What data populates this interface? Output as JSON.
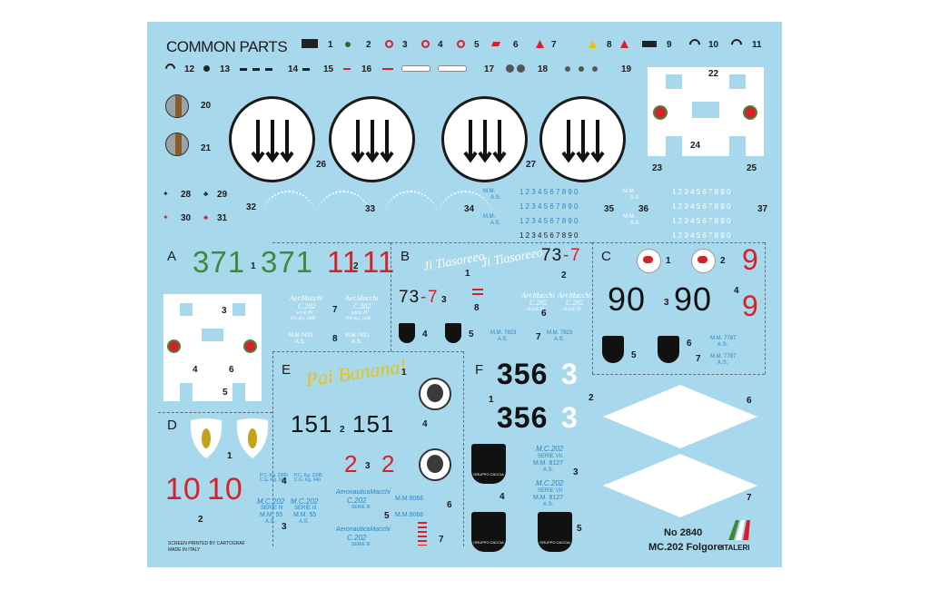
{
  "sheet": {
    "heading": "COMMON PARTS",
    "footer_printer": "SCREEN PRINTED BY CARTOGRAF",
    "footer_origin": "MADE IN ITALY",
    "kit_number": "No 2840",
    "kit_name": "MC.202 Folgore",
    "brand": "ITALERI",
    "background": "#a7d8ec"
  },
  "common_labels": [
    "1",
    "2",
    "3",
    "4",
    "5",
    "6",
    "7",
    "8",
    "9",
    "10",
    "11",
    "12",
    "13",
    "14",
    "15",
    "16",
    "17",
    "18",
    "19",
    "20",
    "21",
    "22",
    "23",
    "24",
    "25",
    "26",
    "27",
    "28",
    "29",
    "30",
    "31",
    "32",
    "33",
    "34",
    "35",
    "36",
    "37"
  ],
  "serial_digits": "1 2 3 4 5 6 7 8 9 0",
  "mm_as": [
    "M.M.",
    "A.S."
  ],
  "sections": {
    "A": {
      "letter": "A",
      "code_left": "371",
      "code_right": "371",
      "code_red_left": "11",
      "code_red_right": "11",
      "stencil_1": "Aer.Macchi",
      "stencil_2": "C.202",
      "stencil_3": "serie IV",
      "stencil_4": "P.P.-Kg. 2488",
      "mm": "M.M.7421",
      "as": "A.S.",
      "labels": [
        "1",
        "2",
        "3",
        "4",
        "5",
        "6",
        "7",
        "8"
      ]
    },
    "B": {
      "letter": "B",
      "script_left": "Ji Tiasoreeo",
      "script_right": "Ji Tiasoreeo",
      "code_a": "73",
      "code_b": "7",
      "code_c": "73",
      "code_d": "7",
      "stencil_1": "Aer.Macchi",
      "stencil_2": "C.202",
      "stencil_3": "SERIE III",
      "mm": "M.M. 7823",
      "as": "A.S.",
      "labels": [
        "1",
        "2",
        "3",
        "4",
        "5",
        "6",
        "7",
        "8"
      ]
    },
    "C": {
      "letter": "C",
      "code_red_top": "9",
      "code_red_bottom": "9",
      "code_left": "90",
      "code_right": "90",
      "mm": "M.M. 7787",
      "as": "A.S.",
      "labels": [
        "1",
        "2",
        "3",
        "4",
        "5",
        "6",
        "7"
      ]
    },
    "D": {
      "letter": "D",
      "code_left": "10",
      "code_right": "10",
      "stencil_1": "M.C.202",
      "stencil_2": "SERIE III",
      "stencil_3": "M.M. 55",
      "as": "A.S.",
      "labels": [
        "1",
        "2",
        "3",
        "4"
      ]
    },
    "E": {
      "letter": "E",
      "script": "Pai Banana!",
      "code_left": "151",
      "code_right": "151",
      "code_red_left": "2",
      "code_red_right": "2",
      "stencil_1": "AeronauticaMacchi",
      "stencil_2": "C.202",
      "stencil_3": "SERIE III",
      "mm": "M.M.9066",
      "labels": [
        "1",
        "2",
        "3",
        "4",
        "5",
        "6",
        "7"
      ]
    },
    "F": {
      "letter": "F",
      "code_top": "356",
      "code_top_white": "3",
      "code_bottom": "356",
      "code_bottom_white": "3",
      "stencil_1": "M.C.202",
      "stencil_2": "SERIE VII",
      "stencil_3": "M.M. 8127",
      "as": "A.S.",
      "badge_text": "GRUPPO CACCIA",
      "labels": [
        "1",
        "2",
        "3",
        "4",
        "5"
      ]
    }
  },
  "colors": {
    "green": "#3f8a3a",
    "red": "#d8202a",
    "black": "#111111",
    "blue_text": "#2a86c9",
    "yellow": "#e8c21a"
  }
}
